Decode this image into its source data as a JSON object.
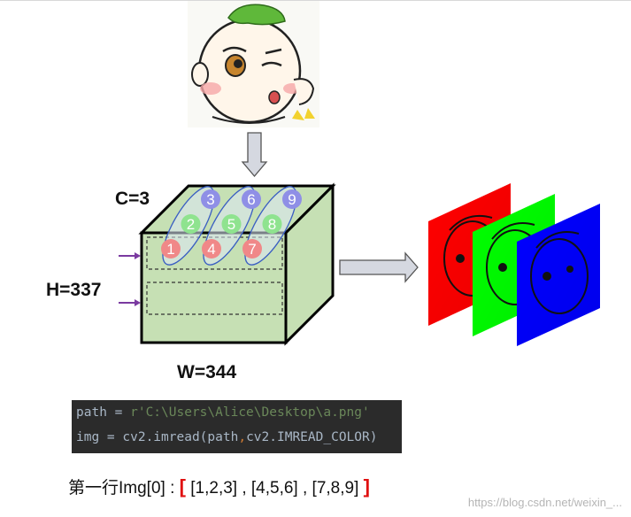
{
  "dims": {
    "channels": "C=3",
    "height": "H=337",
    "width": "W=344"
  },
  "pixels": [
    {
      "value": "1",
      "channel": "red"
    },
    {
      "value": "2",
      "channel": "green"
    },
    {
      "value": "3",
      "channel": "blue"
    },
    {
      "value": "4",
      "channel": "red"
    },
    {
      "value": "5",
      "channel": "green"
    },
    {
      "value": "6",
      "channel": "blue"
    },
    {
      "value": "7",
      "channel": "red"
    },
    {
      "value": "8",
      "channel": "green"
    },
    {
      "value": "9",
      "channel": "blue"
    }
  ],
  "colors": {
    "cube_face": "#c6e0b4",
    "red_dot": "#f08888",
    "green_dot": "#8fe38f",
    "blue_dot": "#8f8fe6",
    "ellipse_stroke": "#3a5ec2",
    "arrow_fill": "#d5d8e0",
    "side_arrow": "#7a3aa0",
    "channel_red": "#ff0000",
    "channel_green": "#00ff00",
    "channel_blue": "#0000ff"
  },
  "code": {
    "line1_prefix": "path = ",
    "line1_string": "r'C:\\Users\\Alice\\Desktop\\a.png'",
    "line2_prefix": "img = cv2.imread(path",
    "line2_comma": ",",
    "line2_suffix": "cv2.IMREAD_COLOR)"
  },
  "row_caption": {
    "label": "第一行Img[0] : ",
    "open_bracket": "[",
    "content": " [1,2,3] , [4,5,6] , [7,8,9] ",
    "close_bracket": "]"
  },
  "watermark": "https://blog.csdn.net/weixin_..."
}
